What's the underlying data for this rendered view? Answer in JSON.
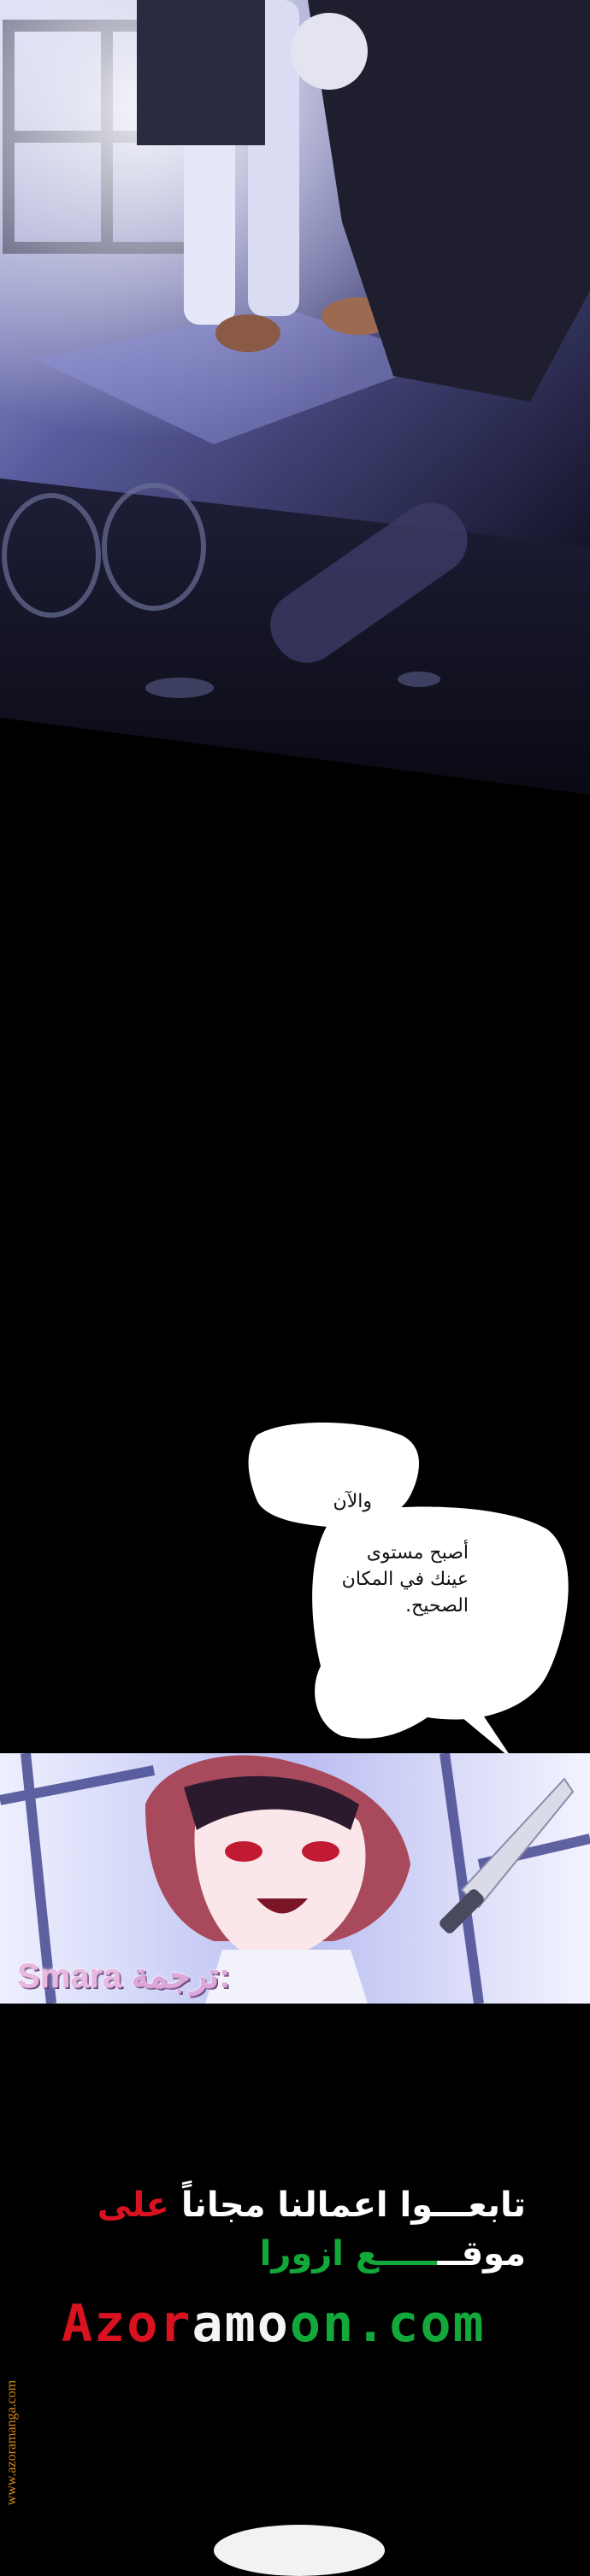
{
  "bubbles": {
    "line1": "والآن",
    "line2": [
      "أصبح مستوى",
      "عينك في المكان",
      "الصحيح."
    ]
  },
  "credit": {
    "name": "Smara",
    "label": "ترجمة:"
  },
  "promo": {
    "line1_white": "تابعـــوا اعمالنا مجاناً",
    "line1_red": "على",
    "line2_white": "موقــ",
    "line2_green": "ـــــع ازورا",
    "site_parts": [
      "Azor",
      "amo",
      "on.com"
    ]
  },
  "side_watermark": "www.azoramanga.com",
  "colors": {
    "accent_red": "#d8131f",
    "accent_green": "#12a83a",
    "credit_pink": "#e9b7e0",
    "watermark_orange": "#d98b1c"
  }
}
